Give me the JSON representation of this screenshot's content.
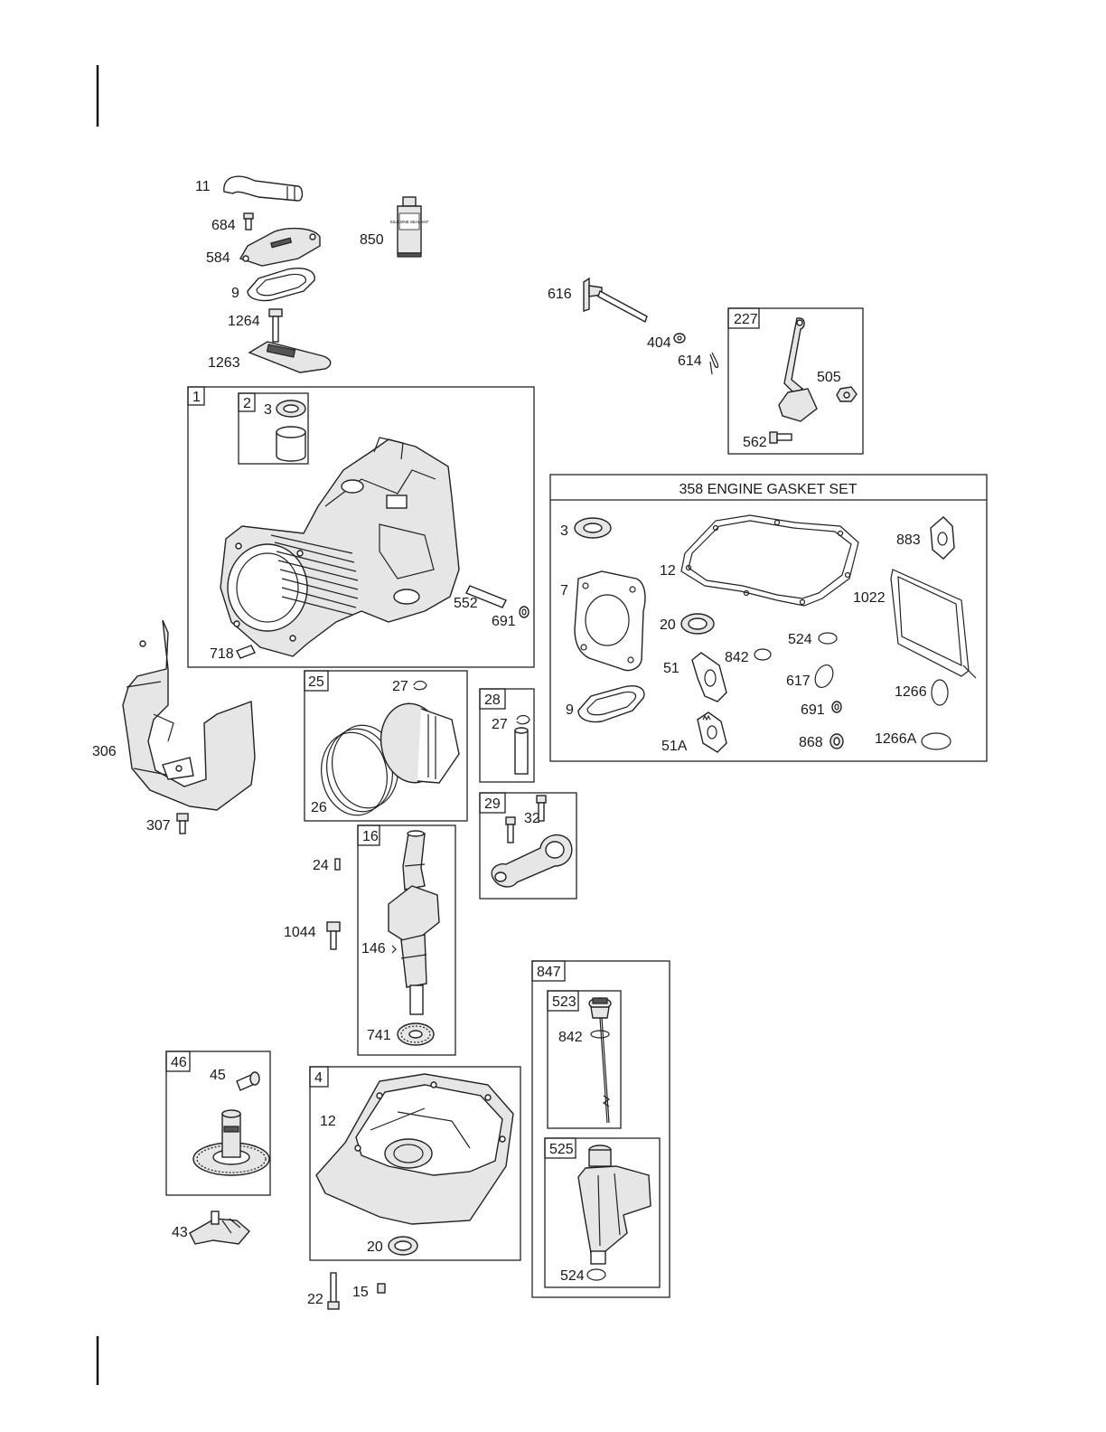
{
  "callouts": {
    "c11": "11",
    "c684": "684",
    "c584": "584",
    "c9a": "9",
    "c1264": "1264",
    "c1263": "1263",
    "c850": "850",
    "c616": "616",
    "c404": "404",
    "c614": "614",
    "c227": "227",
    "c505": "505",
    "c562": "562",
    "c1": "1",
    "c2": "2",
    "c3a": "3",
    "c552": "552",
    "c691a": "691",
    "c718": "718",
    "c306": "306",
    "c307": "307",
    "c25": "25",
    "c27a": "27",
    "c26": "26",
    "c28": "28",
    "c27b": "27",
    "c29": "29",
    "c32": "32",
    "c16": "16",
    "c24": "24",
    "c1044": "1044",
    "c146": "146",
    "c741": "741",
    "c46": "46",
    "c45": "45",
    "c43": "43",
    "c4": "4",
    "c12a": "12",
    "c20a": "20",
    "c22": "22",
    "c15": "15",
    "c847": "847",
    "c523": "523",
    "c842a": "842",
    "c525": "525",
    "c524a": "524",
    "c3b": "3",
    "c7": "7",
    "c12b": "12",
    "c20b": "20",
    "c51": "51",
    "c842b": "842",
    "c524b": "524",
    "c883": "883",
    "c1022": "1022",
    "c617": "617",
    "c691b": "691",
    "c1266": "1266",
    "c9b": "9",
    "c51A": "51A",
    "c868": "868",
    "c1266A": "1266A"
  },
  "gasket_set_title": "358 ENGINE GASKET SET",
  "tube_label": "SILICONE SEALANT"
}
